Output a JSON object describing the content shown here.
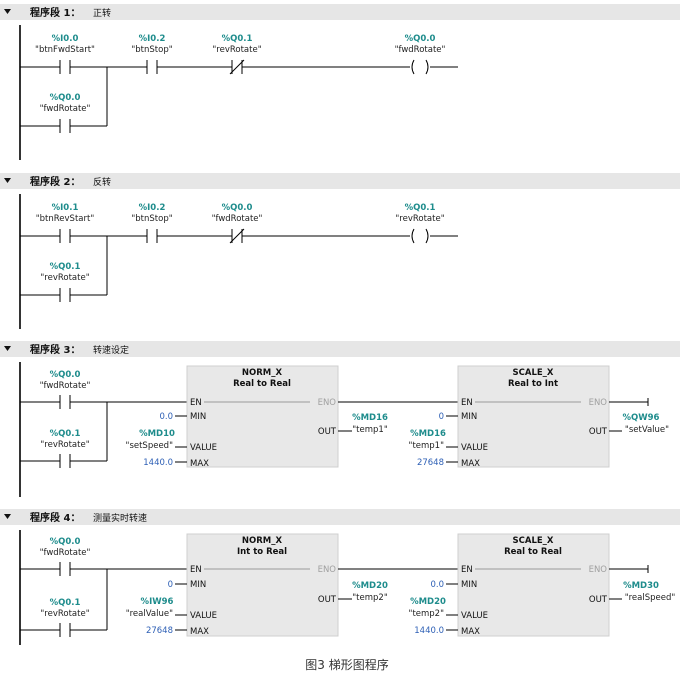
{
  "networks": [
    {
      "header": {
        "label": "程序段 1：",
        "comment": "正转"
      },
      "contacts": [
        {
          "addr": "%I0.0",
          "tag": "\"btnFwdStart\"",
          "type": "NO"
        },
        {
          "addr": "%I0.2",
          "tag": "\"btnStop\"",
          "type": "NO"
        },
        {
          "addr": "%Q0.1",
          "tag": "\"revRotate\"",
          "type": "NC"
        },
        {
          "addr": "%Q0.0",
          "tag": "\"fwdRotate\"",
          "type": "COIL"
        },
        {
          "addr": "%Q0.0",
          "tag": "\"fwdRotate\"",
          "type": "NO"
        }
      ]
    },
    {
      "header": {
        "label": "程序段 2：",
        "comment": "反转"
      },
      "contacts": [
        {
          "addr": "%I0.1",
          "tag": "\"btnRevStart\"",
          "type": "NO"
        },
        {
          "addr": "%I0.2",
          "tag": "\"btnStop\"",
          "type": "NO"
        },
        {
          "addr": "%Q0.0",
          "tag": "\"fwdRotate\"",
          "type": "NC"
        },
        {
          "addr": "%Q0.1",
          "tag": "\"revRotate\"",
          "type": "COIL"
        },
        {
          "addr": "%Q0.1",
          "tag": "\"revRotate\"",
          "type": "NO"
        }
      ]
    },
    {
      "header": {
        "label": "程序段 3：",
        "comment": "转速设定"
      },
      "contacts": [
        {
          "addr": "%Q0.0",
          "tag": "\"fwdRotate\""
        },
        {
          "addr": "%Q0.1",
          "tag": "\"revRotate\""
        }
      ],
      "box1": {
        "title": "NORM_X",
        "subtitle": "Real to Real",
        "min": "0.0",
        "value_addr": "%MD10",
        "value_tag": "\"setSpeed\"",
        "max": "1440.0",
        "out_addr": "%MD16",
        "out_tag": "\"temp1\""
      },
      "box2": {
        "title": "SCALE_X",
        "subtitle": "Real to Int",
        "min": "0",
        "value_addr": "%MD16",
        "value_tag": "\"temp1\"",
        "max": "27648",
        "out_addr": "%QW96",
        "out_tag": "\"setValue\""
      }
    },
    {
      "header": {
        "label": "程序段 4：",
        "comment": "测量实时转速"
      },
      "contacts": [
        {
          "addr": "%Q0.0",
          "tag": "\"fwdRotate\""
        },
        {
          "addr": "%Q0.1",
          "tag": "\"revRotate\""
        }
      ],
      "box1": {
        "title": "NORM_X",
        "subtitle": "Int to Real",
        "min": "0",
        "value_addr": "%IW96",
        "value_tag": "\"realValue\"",
        "max": "27648",
        "out_addr": "%MD20",
        "out_tag": "\"temp2\""
      },
      "box2": {
        "title": "SCALE_X",
        "subtitle": "Real to Real",
        "min": "0.0",
        "value_addr": "%MD20",
        "value_tag": "\"temp2\"",
        "max": "1440.0",
        "out_addr": "%MD30",
        "out_tag": "\"realSpeed\""
      }
    }
  ],
  "pins": {
    "en": "EN",
    "eno": "ENO",
    "min": "MIN",
    "value": "VALUE",
    "max": "MAX",
    "out": "OUT"
  },
  "caption": "图3 梯形图程序",
  "colors": {
    "addr": "#1e8c8c",
    "const": "#2d5fb5",
    "rail": "#000000",
    "box": "#e8e8e8",
    "header": "#e6e6e6"
  }
}
